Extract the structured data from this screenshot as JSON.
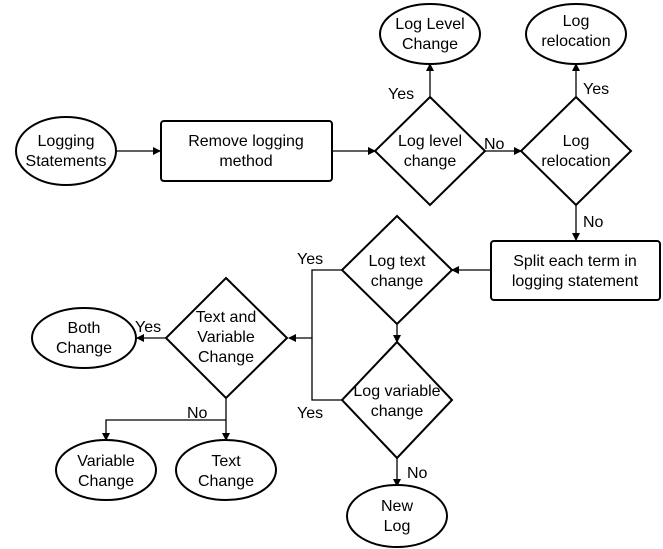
{
  "nodes": {
    "logging_statements": [
      "Logging",
      "Statements"
    ],
    "remove_logging_method": [
      "Remove logging",
      "method"
    ],
    "log_level_change_decision": [
      "Log level",
      "change"
    ],
    "log_relocation_decision": [
      "Log",
      "relocation"
    ],
    "log_level_change_result": [
      "Log Level",
      "Change"
    ],
    "log_relocation_result": [
      "Log",
      "relocation"
    ],
    "split_each_term": [
      "Split each term in",
      "logging statement"
    ],
    "log_text_change_decision": [
      "Log text",
      "change"
    ],
    "log_variable_change_decision": [
      "Log variable",
      "change"
    ],
    "text_and_variable_change_decision": [
      "Text and",
      "Variable",
      "Change"
    ],
    "both_change_result": [
      "Both",
      "Change"
    ],
    "variable_change_result": [
      "Variable",
      "Change"
    ],
    "text_change_result": [
      "Text",
      "Change"
    ],
    "new_log_result": [
      "New",
      "Log"
    ]
  },
  "edge_labels": {
    "log_level_yes": "Yes",
    "log_level_no": "No",
    "relocation_yes": "Yes",
    "relocation_no": "No",
    "text_change_yes": "Yes",
    "variable_change_yes": "Yes",
    "variable_change_no": "No",
    "both_yes": "Yes",
    "both_no": "No"
  }
}
